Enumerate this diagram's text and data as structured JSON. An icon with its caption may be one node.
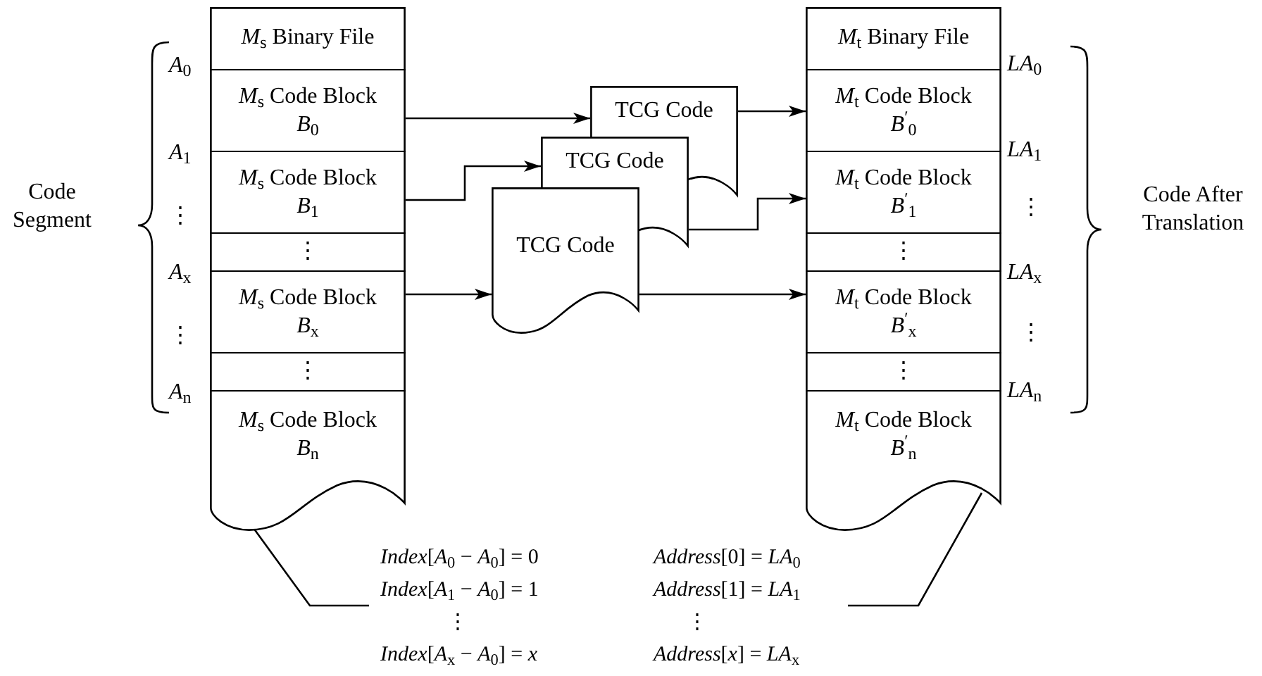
{
  "diagram": {
    "nodes": [
      {
        "text": [],
        "shape": "document"
      },
      {
        "text": [
          "*M*$_{s}$ Binary File"
        ],
        "in": 0
      },
      {
        "text": [
          "*M*$_{s}$ Code Block",
          "*B*$_{0}$"
        ],
        "in": 0
      },
      {
        "text": [
          "*M*$_{s}$ Code Block",
          "*B*$_{1}$"
        ],
        "in": 0
      },
      {
        "text": [
          "⋮"
        ],
        "in": 0
      },
      {
        "text": [
          "*M*$_{s}$ Code Block",
          "*B*$_{x}$"
        ],
        "in": 0
      },
      {
        "text": [
          "⋮"
        ],
        "in": 0
      },
      {
        "text": [
          "*M*$_{s}$ Code Block",
          "*B*$_{n}$"
        ],
        "in": 0
      },
      {
        "text": [],
        "shape": "document"
      },
      {
        "text": [
          "*M*$_{t}$ Binary File"
        ],
        "in": 8
      },
      {
        "text": [
          "*M*$_{t}$ Code Block",
          "*B*$^{′}$$_{0}$"
        ],
        "in": 8
      },
      {
        "text": [
          "*M*$_{t}$ Code Block",
          "*B*$^{′}$$_{1}$"
        ],
        "in": 8
      },
      {
        "text": [
          "⋮"
        ],
        "in": 8
      },
      {
        "text": [
          "*M*$_{t}$ Code Block",
          "*B*$^{′}$$_{x}$"
        ],
        "in": 8
      },
      {
        "text": [
          "⋮"
        ],
        "in": 8
      },
      {
        "text": [
          "*M*$_{t}$ Code Block",
          "*B*$^{′}$$_{n}$"
        ],
        "in": 8
      },
      {
        "text": [
          "TCG Code"
        ]
      },
      {
        "text": [
          "TCG Code"
        ]
      },
      {
        "text": [
          "TCG Code"
        ]
      },
      {
        "text": [
          "*Index*[*A*$_{0}$ − *A*$_{0}$] = 0",
          "*Address*[0] = *LA*$_{0}$",
          "*Index*[*A*$_{1}$ − *A*$_{0}$] = 1",
          "*Address*[1] = *LA*$_{1}$",
          "⋮",
          "⋮",
          "*Index*[*A*$_{x}$ − *A*$_{0}$] = *x*",
          "*Address*[*x*] = *LA*$_{x}$"
        ]
      }
    ],
    "edges": [
      {
        "from": 2,
        "to": 16,
        "arrow": "to"
      },
      {
        "from": 3,
        "to": 17,
        "arrow": "to"
      },
      {
        "from": 5,
        "to": 18,
        "arrow": "to"
      },
      {
        "from": 16,
        "to": 10,
        "arrow": "to"
      },
      {
        "from": 17,
        "to": 11,
        "arrow": "to"
      },
      {
        "from": 18,
        "to": 13,
        "arrow": "to"
      },
      {
        "from": 19,
        "to": 0,
        "arrow": "none"
      },
      {
        "from": 19,
        "to": 8,
        "arrow": "none"
      }
    ],
    "labels": [
      "Code Segment",
      "*A*$_{0}$",
      "*A*$_{1}$",
      "⋮",
      "*A*$_{x}$",
      "⋮",
      "*A*$_{n}$",
      "*LA*$_{0}$",
      "*LA*$_{1}$",
      "⋮",
      "*LA*$_{x}$",
      "⋮",
      "*LA*$_{n}$",
      "Code After Translation"
    ]
  }
}
